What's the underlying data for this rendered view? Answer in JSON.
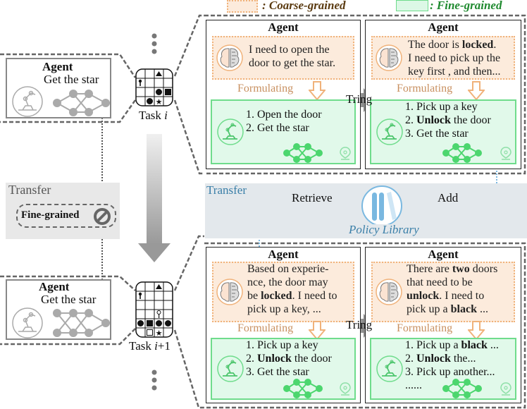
{
  "legend": {
    "coarse_label": ": Coarse-grained",
    "fine_label": ": Fine-grained",
    "coarse_color": "#5a3a10",
    "fine_color": "#1f8a2f"
  },
  "tasks": [
    {
      "label_prefix": "Task ",
      "label_var": "i",
      "label_suffix": "",
      "agent_title": "Agent",
      "agent_goal": "Get the star"
    },
    {
      "label_prefix": "Task ",
      "label_var": "i",
      "label_suffix": "+1",
      "agent_title": "Agent",
      "agent_goal": "Get the star"
    }
  ],
  "left_transfer": {
    "title": "Transfer",
    "badge": "Fine-grained",
    "badge_icon": "prohibited-icon"
  },
  "top_panel": {
    "cards": [
      {
        "title": "Agent",
        "thought_lines": [
          [
            {
              "t": "I need to open the",
              "b": false
            }
          ],
          [
            {
              "t": "door to get the star.",
              "b": false
            }
          ]
        ],
        "formulating": "Formulating",
        "plan_lines": [
          [
            {
              "t": "1. Open the door",
              "b": false
            }
          ],
          [
            {
              "t": "2. Get the star",
              "b": false
            }
          ]
        ]
      },
      {
        "title": "Agent",
        "thought_lines": [
          [
            {
              "t": "The door is ",
              "b": false
            },
            {
              "t": "locked",
              "b": true
            },
            {
              "t": ".",
              "b": false
            }
          ],
          [
            {
              "t": "I need to pick up the",
              "b": false
            }
          ],
          [
            {
              "t": "key first , and then...",
              "b": false
            }
          ]
        ],
        "formulating": "Formulating",
        "plan_lines": [
          [
            {
              "t": "1. Pick up a key",
              "b": false
            }
          ],
          [
            {
              "t": "2. ",
              "b": false
            },
            {
              "t": "Unlock",
              "b": true
            },
            {
              "t": " the door",
              "b": false
            }
          ],
          [
            {
              "t": "3. Get the star",
              "b": false
            }
          ]
        ]
      }
    ],
    "tring_label": "Tring"
  },
  "transfer_band": {
    "title": "Transfer",
    "retrieve_label": "Retrieve",
    "add_label": "Add",
    "library_label": "Policy Library"
  },
  "bottom_panel": {
    "cards": [
      {
        "title": "Agent",
        "thought_lines": [
          [
            {
              "t": "Based on experie-",
              "b": false
            }
          ],
          [
            {
              "t": "nce, the door may",
              "b": false
            }
          ],
          [
            {
              "t": "be ",
              "b": false
            },
            {
              "t": "locked",
              "b": true
            },
            {
              "t": ". I need to",
              "b": false
            }
          ],
          [
            {
              "t": "pick up a key, ...",
              "b": false
            }
          ]
        ],
        "formulating": "Formulating",
        "plan_lines": [
          [
            {
              "t": "1. Pick up a key",
              "b": false
            }
          ],
          [
            {
              "t": "2. ",
              "b": false
            },
            {
              "t": "Unlock",
              "b": true
            },
            {
              "t": " the door",
              "b": false
            }
          ],
          [
            {
              "t": "3. Get the star",
              "b": false
            }
          ]
        ]
      },
      {
        "title": "Agent",
        "thought_lines": [
          [
            {
              "t": "There are ",
              "b": false
            },
            {
              "t": "two",
              "b": true
            },
            {
              "t": " doors",
              "b": false
            }
          ],
          [
            {
              "t": "that need to be",
              "b": false
            }
          ],
          [
            {
              "t": "unlock",
              "b": true
            },
            {
              "t": ". I need to",
              "b": false
            }
          ],
          [
            {
              "t": "pick up a ",
              "b": false
            },
            {
              "t": "black",
              "b": true
            },
            {
              "t": " ...",
              "b": false
            }
          ]
        ],
        "formulating": "Formulating",
        "plan_lines": [
          [
            {
              "t": "1. Pick up a ",
              "b": false
            },
            {
              "t": "black",
              "b": true
            },
            {
              "t": " ...",
              "b": false
            }
          ],
          [
            {
              "t": "2. ",
              "b": false
            },
            {
              "t": "Unlock",
              "b": true
            },
            {
              "t": " the...",
              "b": false
            }
          ],
          [
            {
              "t": "3. Pick up another...",
              "b": false
            }
          ],
          [
            {
              "t": "......",
              "b": false
            }
          ]
        ]
      }
    ],
    "tring_label": "Tring"
  }
}
